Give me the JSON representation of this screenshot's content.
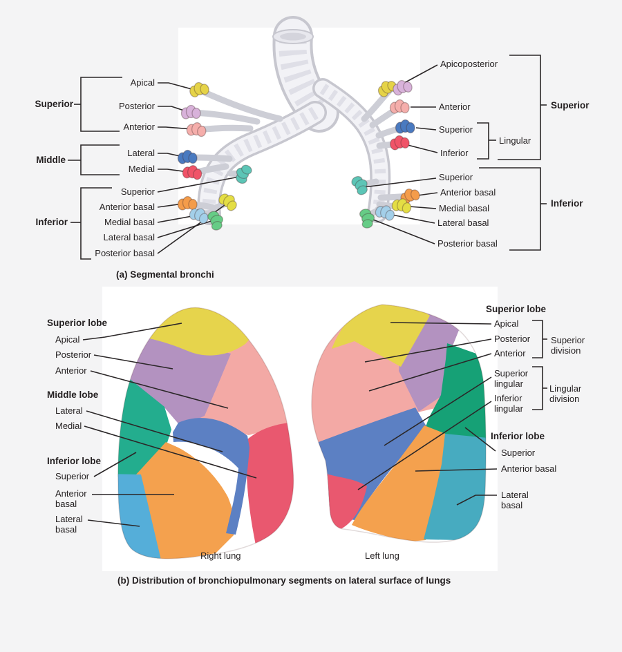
{
  "palette": {
    "page_bg": "#f4f4f5",
    "panel_bg": "#ffffff",
    "line": "#2b2728",
    "text": "#231f20",
    "yellow": "#e5d348",
    "yellow2": "#e4de44",
    "lilac": "#d8b2da",
    "pink": "#f5aeab",
    "blue": "#4a7ac0",
    "red": "#f05468",
    "teal": "#5cc5b6",
    "orange": "#f49c4a",
    "lightblue": "#a3cfe9",
    "green": "#66cc86",
    "lung_pink": "#f3a9a5",
    "lung_purple": "#b392c0",
    "lung_yellow": "#e6d44c",
    "lung_blue": "#5c80c3",
    "lung_red": "#e9586f",
    "lung_teal": "#23ad8e",
    "lung_green": "#16a176",
    "lung_orange": "#f4a14e",
    "lung_lightblue": "#55aed9",
    "lung_cyan": "#47abc0"
  },
  "panel_a": {
    "caption": "(a) Segmental bronchi",
    "left_groups": [
      "Superior",
      "Middle",
      "Inferior"
    ],
    "left_labels": [
      "Apical",
      "Posterior",
      "Anterior",
      "Lateral",
      "Medial",
      "Superior",
      "Anterior basal",
      "Medial basal",
      "Lateral basal",
      "Posterior basal"
    ],
    "right_labels": [
      "Apicoposterior",
      "Anterior",
      "Superior",
      "Inferior",
      "Superior",
      "Anterior basal",
      "Medial basal",
      "Lateral basal",
      "Posterior basal"
    ],
    "right_sub_group": "Lingular",
    "right_groups": [
      "Superior",
      "Inferior"
    ]
  },
  "panel_b": {
    "caption": "(b) Distribution of bronchiopulmonary segments on lateral surface of lungs",
    "right_lung": {
      "name": "Right lung",
      "lobes": [
        "Superior lobe",
        "Middle lobe",
        "Inferior lobe"
      ],
      "labels": [
        "Apical",
        "Posterior",
        "Anterior",
        "Lateral",
        "Medial",
        "Superior",
        "Anterior basal",
        "Lateral basal"
      ]
    },
    "left_lung": {
      "name": "Left lung",
      "lobes": [
        "Superior lobe",
        "Inferior lobe"
      ],
      "labels": [
        "Apical",
        "Posterior",
        "Anterior",
        "Superior lingular",
        "Inferior lingular",
        "Superior",
        "Anterior basal",
        "Lateral basal"
      ],
      "divisions": [
        "Superior division",
        "Lingular division"
      ]
    }
  }
}
